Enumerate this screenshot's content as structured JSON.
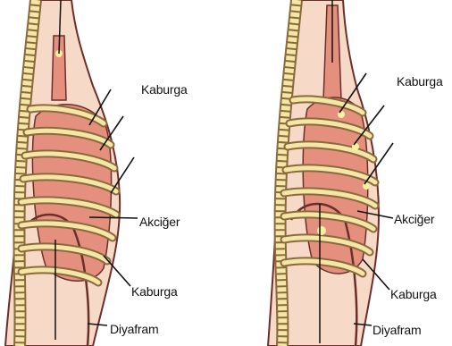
{
  "labels": {
    "left": {
      "kaburga_top": "Kaburga",
      "akciger": "Akciğer",
      "kaburga_bottom": "Kaburga",
      "diyafram": "Diyafram"
    },
    "right": {
      "kaburga_top": "Kaburga",
      "akciger": "Akciğer",
      "kaburga_bottom": "Kaburga",
      "diyafram": "Diyafram"
    }
  },
  "colors": {
    "skin": "#f7d9c7",
    "bone": "#f3e6a6",
    "bone_outline": "#8a6a3c",
    "lung": "#e58f7f",
    "lung_light": "#f3b7a6",
    "outline": "#6b2f2a",
    "line": "#111111",
    "highlight": "#f6f3a0"
  }
}
